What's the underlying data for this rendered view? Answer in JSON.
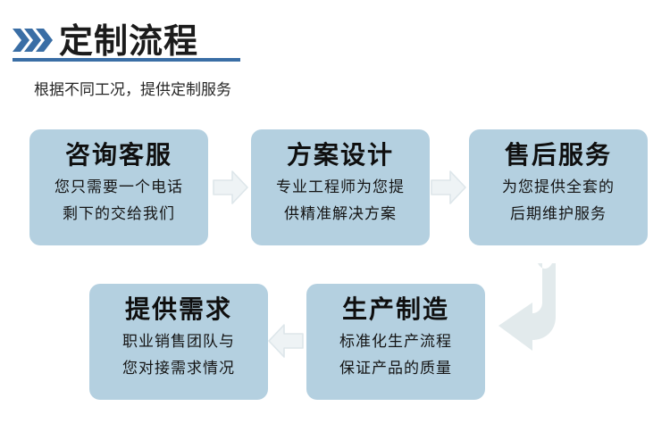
{
  "header": {
    "icon": "triple-chevron-right-icon",
    "title": "定制流程",
    "subtitle": "根据不同工况，提供定制服务",
    "accent_color": "#3a6ea5",
    "rule_color": "#3a6ea5"
  },
  "theme": {
    "card_background": "#b4d0e0",
    "card_title_color": "#0f0f0f",
    "card_text_color": "#141414",
    "arrow_fill": "#eef3f5",
    "arrow_stroke": "#dbe5e9",
    "bend_arrow_fill": "#e2eaec",
    "page_background": "#ffffff"
  },
  "flow": {
    "cards": [
      {
        "id": "consultation",
        "title": "咨询客服",
        "lines": [
          "您只需要一个电话",
          "剩下的交给我们"
        ]
      },
      {
        "id": "solution-design",
        "title": "方案设计",
        "lines": [
          "专业工程师为您提",
          "供精准解决方案"
        ]
      },
      {
        "id": "after-sales",
        "title": "售后服务",
        "lines": [
          "为您提供全套的",
          "后期维护服务"
        ]
      },
      {
        "id": "provide-requirements",
        "title": "提供需求",
        "lines": [
          "职业销售团队与",
          "您对接需求情况"
        ]
      },
      {
        "id": "production",
        "title": "生产制造",
        "lines": [
          "标准化生产流程",
          "保证产品的质量"
        ]
      }
    ],
    "arrows": [
      {
        "id": "arrow-consultation-to-design",
        "direction": "right"
      },
      {
        "id": "arrow-design-to-aftersales",
        "direction": "right"
      },
      {
        "id": "arrow-production-to-requirements",
        "direction": "left"
      },
      {
        "id": "arrow-aftersales-to-production",
        "direction": "bend-down-left"
      }
    ]
  }
}
